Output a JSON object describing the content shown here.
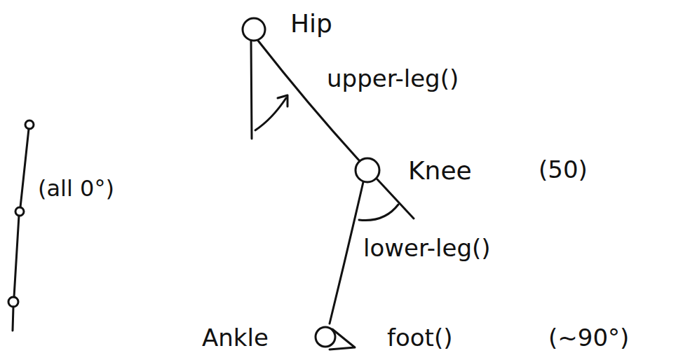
{
  "diagram": {
    "labels": [
      "Hip",
      "upper-leg()",
      "Knee",
      "(50)",
      "lower-leg()",
      "Ankle",
      "foot()",
      "(~90°)",
      "(all 0°)"
    ]
  }
}
